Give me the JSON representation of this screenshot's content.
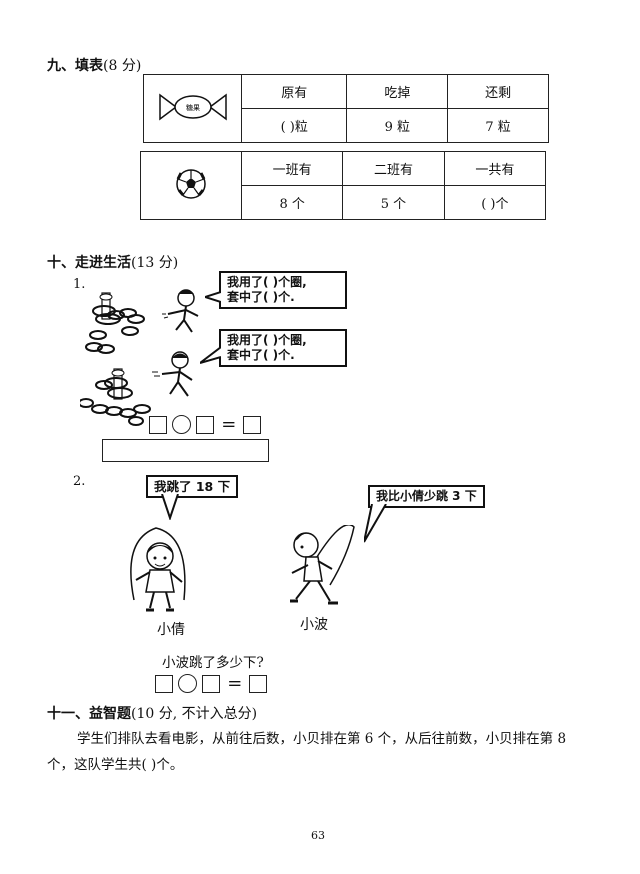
{
  "section9": {
    "heading_num": "九、填表",
    "heading_pts": "(8 分)",
    "candy_label": "糖果",
    "table1": {
      "headers": [
        "原有",
        "吃掉",
        "还剩"
      ],
      "values": [
        "(    )粒",
        "9 粒",
        "7 粒"
      ]
    },
    "table2": {
      "headers": [
        "一班有",
        "二班有",
        "一共有"
      ],
      "values": [
        "8 个",
        "5 个",
        "(    )个"
      ]
    }
  },
  "section10": {
    "heading_num": "十、走进生活",
    "heading_pts": "(13 分)",
    "q1_num": "1.",
    "bubble1_line1": "我用了(  )个圈,",
    "bubble1_line2": "套中了(  )个.",
    "bubble2_line1": "我用了(  )个圈,",
    "bubble2_line2": "套中了(  )个.",
    "eq_sign": "=",
    "q2_num": "2.",
    "bubble3": "我跳了 18 下",
    "bubble4": "我比小倩少跳 3 下",
    "girl_name": "小倩",
    "boy_name": "小波",
    "question": "小波跳了多少下?"
  },
  "section11": {
    "heading_num": "十一、益智题",
    "heading_pts": "(10 分, 不计入总分)",
    "line1": "学生们排队去看电影，从前往后数，小贝排在第 6 个，从后往前数，小贝排在第 8",
    "line2": "个，这队学生共(      )个。"
  },
  "page_number": "63"
}
